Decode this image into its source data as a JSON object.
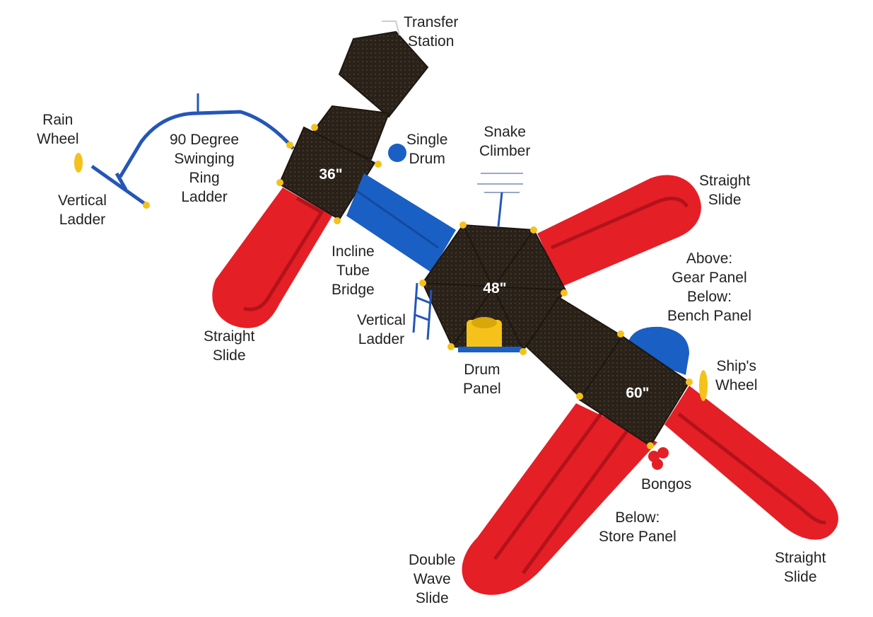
{
  "colors": {
    "slide_red": "#e41f26",
    "slide_red_dark": "#b3121a",
    "deck_black": "#2a2219",
    "tube_blue": "#1a5fc4",
    "rail_blue": "#2456b8",
    "accent_yellow": "#f4c21a",
    "label_text": "#222222"
  },
  "decks": [
    {
      "id": "deck-36",
      "height_label": "36\""
    },
    {
      "id": "deck-48",
      "height_label": "48\""
    },
    {
      "id": "deck-60",
      "height_label": "60\""
    }
  ],
  "labels": {
    "transfer_station": [
      "Transfer",
      "Station"
    ],
    "rain_wheel": [
      "Rain",
      "Wheel"
    ],
    "ring_ladder": [
      "90 Degree",
      "Swinging",
      "Ring",
      "Ladder"
    ],
    "vertical_ladder_left": [
      "Vertical",
      "Ladder"
    ],
    "single_drum": [
      "Single",
      "Drum"
    ],
    "snake_climber": [
      "Snake",
      "Climber"
    ],
    "straight_slide_top_right": [
      "Straight",
      "Slide"
    ],
    "incline_tube_bridge": [
      "Incline",
      "Tube",
      "Bridge"
    ],
    "gear_bench_panel": [
      "Above:",
      "Gear Panel",
      "Below:",
      "Bench Panel"
    ],
    "straight_slide_left": [
      "Straight",
      "Slide"
    ],
    "vertical_ladder_center": [
      "Vertical",
      "Ladder"
    ],
    "drum_panel": [
      "Drum",
      "Panel"
    ],
    "ships_wheel": [
      "Ship's",
      "Wheel"
    ],
    "bongos": [
      "Bongos"
    ],
    "store_panel": [
      "Below:",
      "Store Panel"
    ],
    "double_wave_slide": [
      "Double",
      "Wave",
      "Slide"
    ],
    "straight_slide_bottom_right": [
      "Straight",
      "Slide"
    ]
  }
}
